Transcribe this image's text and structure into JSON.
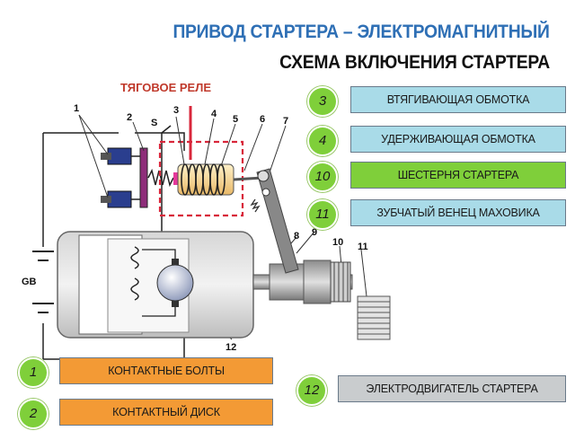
{
  "title": {
    "line1": "ПРИВОД СТАРТЕРА – ЭЛЕКТРОМАГНИТНЫЙ",
    "line2": "СХЕМА ВКЛЮЧЕНИЯ СТАРТЕРА"
  },
  "relay_label": "ТЯГОВОЕ РЕЛЕ",
  "diagram_labels": {
    "n1": "1",
    "n2": "2",
    "s": "S",
    "n3": "3",
    "n4": "4",
    "n5": "5",
    "n6": "6",
    "n7": "7",
    "n8": "8",
    "n9": "9",
    "n10": "10",
    "n11": "11",
    "n12": "12",
    "gb": "GB"
  },
  "legend": [
    {
      "num": "3",
      "text": "ВТЯГИВАЮЩАЯ ОБМОТКА"
    },
    {
      "num": "4",
      "text": "УДЕРЖИВАЮЩАЯ ОБМОТКА"
    },
    {
      "num": "10",
      "text": "ШЕСТЕРНЯ СТАРТЕРА"
    },
    {
      "num": "11",
      "text": "ЗУБЧАТЫЙ ВЕНЕЦ МАХОВИКА"
    },
    {
      "num": "1",
      "text": "КОНТАКТНЫЕ БОЛТЫ"
    },
    {
      "num": "12",
      "text": "ЭЛЕКТРОДВИГАТЕЛЬ СТАРТЕРА"
    },
    {
      "num": "2",
      "text": "КОНТАКТНЫЙ ДИСК"
    }
  ],
  "colors": {
    "title_blue": "#2e6fb5",
    "relay_red": "#c0392b",
    "legend_blue": "#a9dbe8",
    "legend_green": "#7fcf3a",
    "legend_orange": "#f39a35",
    "legend_grey": "#c9ccce"
  }
}
